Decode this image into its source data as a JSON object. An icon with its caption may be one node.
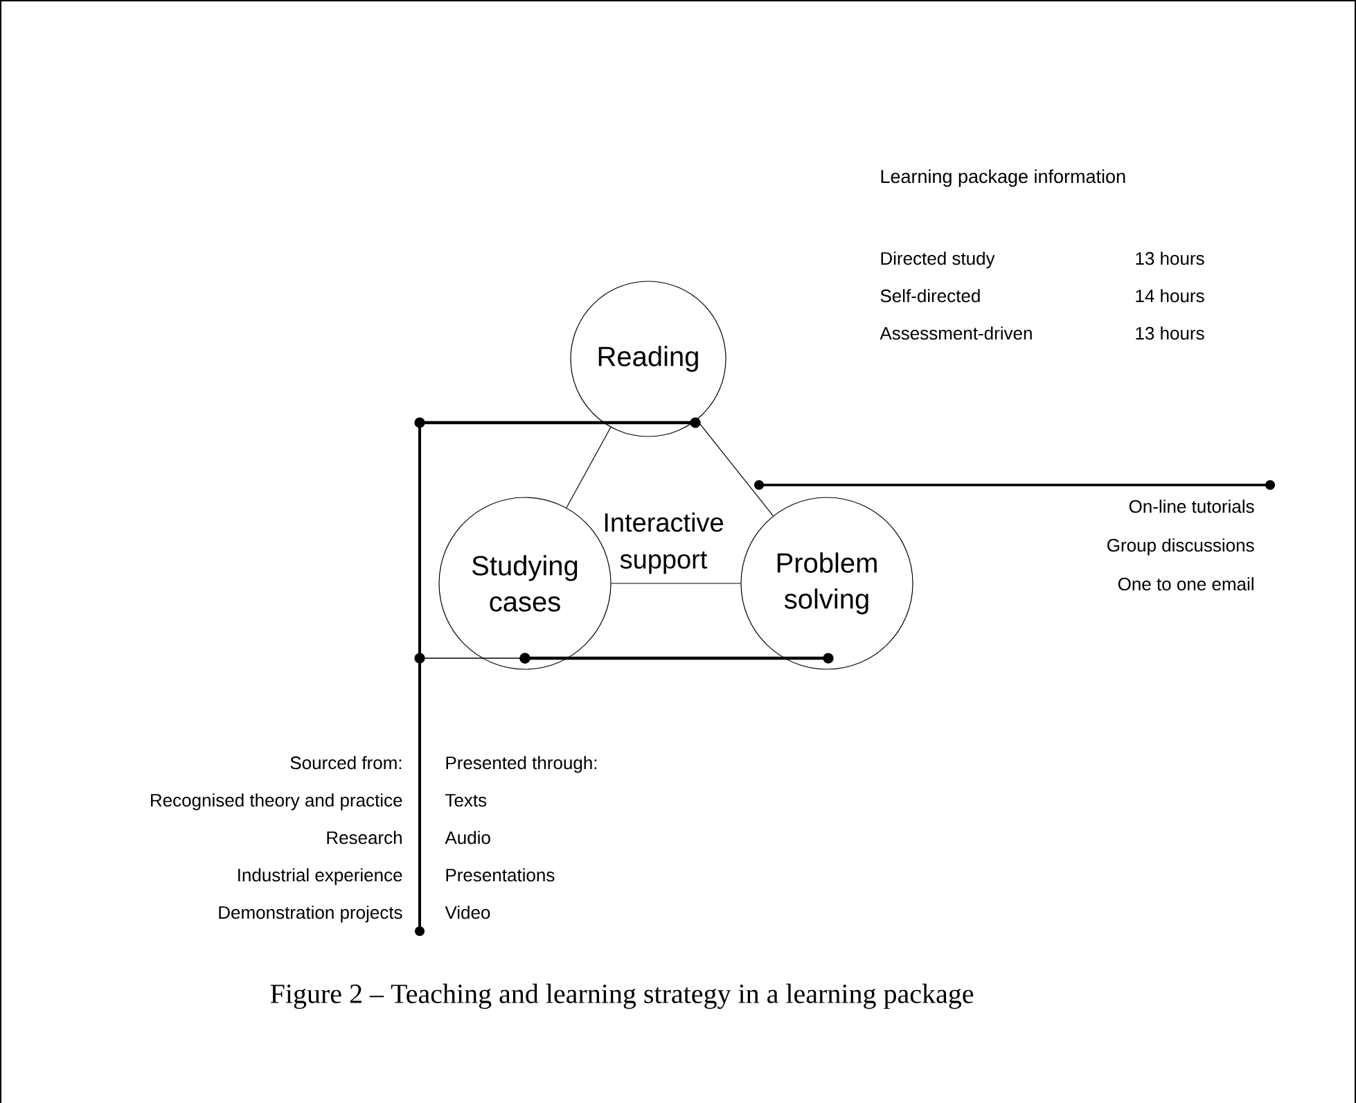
{
  "diagram": {
    "caption": "Figure 2 – Teaching and learning strategy in a learning package",
    "nodes": [
      {
        "text": [
          "Reading"
        ]
      },
      {
        "text": [
          "Studying cases"
        ]
      },
      {
        "text": [
          "Problem solving"
        ]
      }
    ],
    "edges": [
      {
        "from": 0,
        "to": 1,
        "arrow": "none"
      },
      {
        "from": 0,
        "to": 2,
        "arrow": "none"
      },
      {
        "from": 1,
        "to": 2,
        "arrow": "none"
      },
      {
        "from": 0,
        "to": null,
        "arrow": "other",
        "style": "thick"
      },
      {
        "from": 1,
        "to": 2,
        "arrow": "other",
        "style": "thick"
      },
      {
        "from": 1,
        "to": null,
        "arrow": "other"
      }
    ],
    "labels": [
      "Interactive support",
      "Learning package information",
      "Directed study",
      "13 hours",
      "Self-directed",
      "14 hours",
      "Assessment-driven",
      "13 hours",
      "On-line tutorials",
      "Group discussions",
      "One to one email",
      "Sourced from:",
      "Presented through:",
      "Recognised theory and practice",
      "Texts",
      "Research",
      "Audio",
      "Industrial experience",
      "Presentations",
      "Demonstration projects",
      "Video"
    ]
  }
}
